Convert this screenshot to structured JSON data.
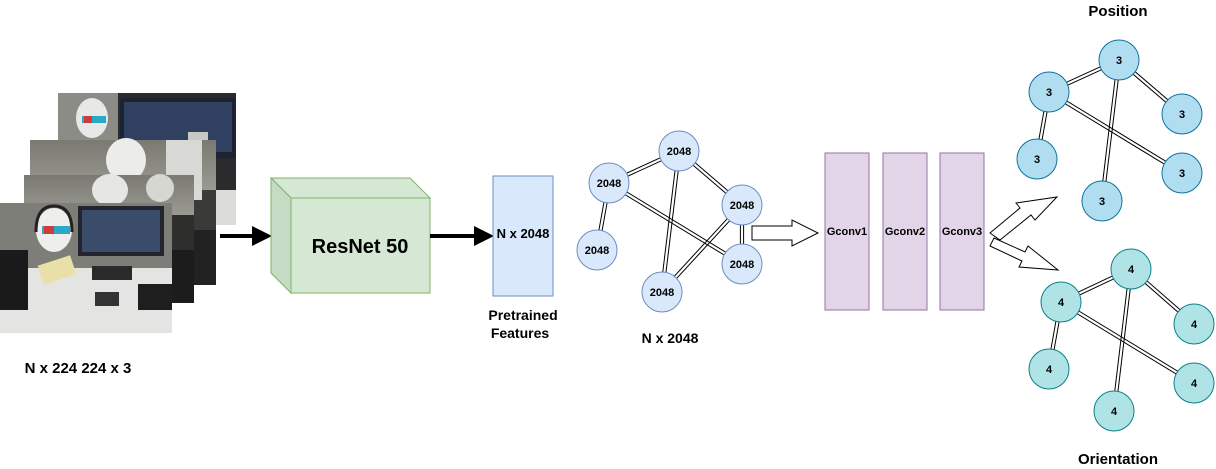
{
  "input": {
    "label": "N x 224 224 x 3",
    "frames": [
      "frame-4",
      "frame-3",
      "frame-2",
      "frame-1"
    ]
  },
  "backbone": {
    "label": "ResNet 50",
    "fill": "#d5e8d4",
    "stroke": "#82b366"
  },
  "features": {
    "label": "N x 2048",
    "caption_line1": "Pretrained",
    "caption_line2": "Features",
    "fill": "#dae8fc",
    "stroke": "#6c8ebf"
  },
  "feature_graph": {
    "caption": "N x 2048",
    "node_label": "2048",
    "fill": "#dae8fc",
    "stroke": "#6c8ebf"
  },
  "gconv": {
    "layers": [
      "Gconv1",
      "Gconv2",
      "Gconv3"
    ],
    "fill": "#e1d5e7",
    "stroke": "#9673a6"
  },
  "position_graph": {
    "title": "Position",
    "node_label": "3",
    "fill": "#b1ddf0",
    "stroke": "#10739e"
  },
  "orientation_graph": {
    "title": "Orientation",
    "node_label": "4",
    "fill": "#b0e3e6",
    "stroke": "#0e8088"
  }
}
